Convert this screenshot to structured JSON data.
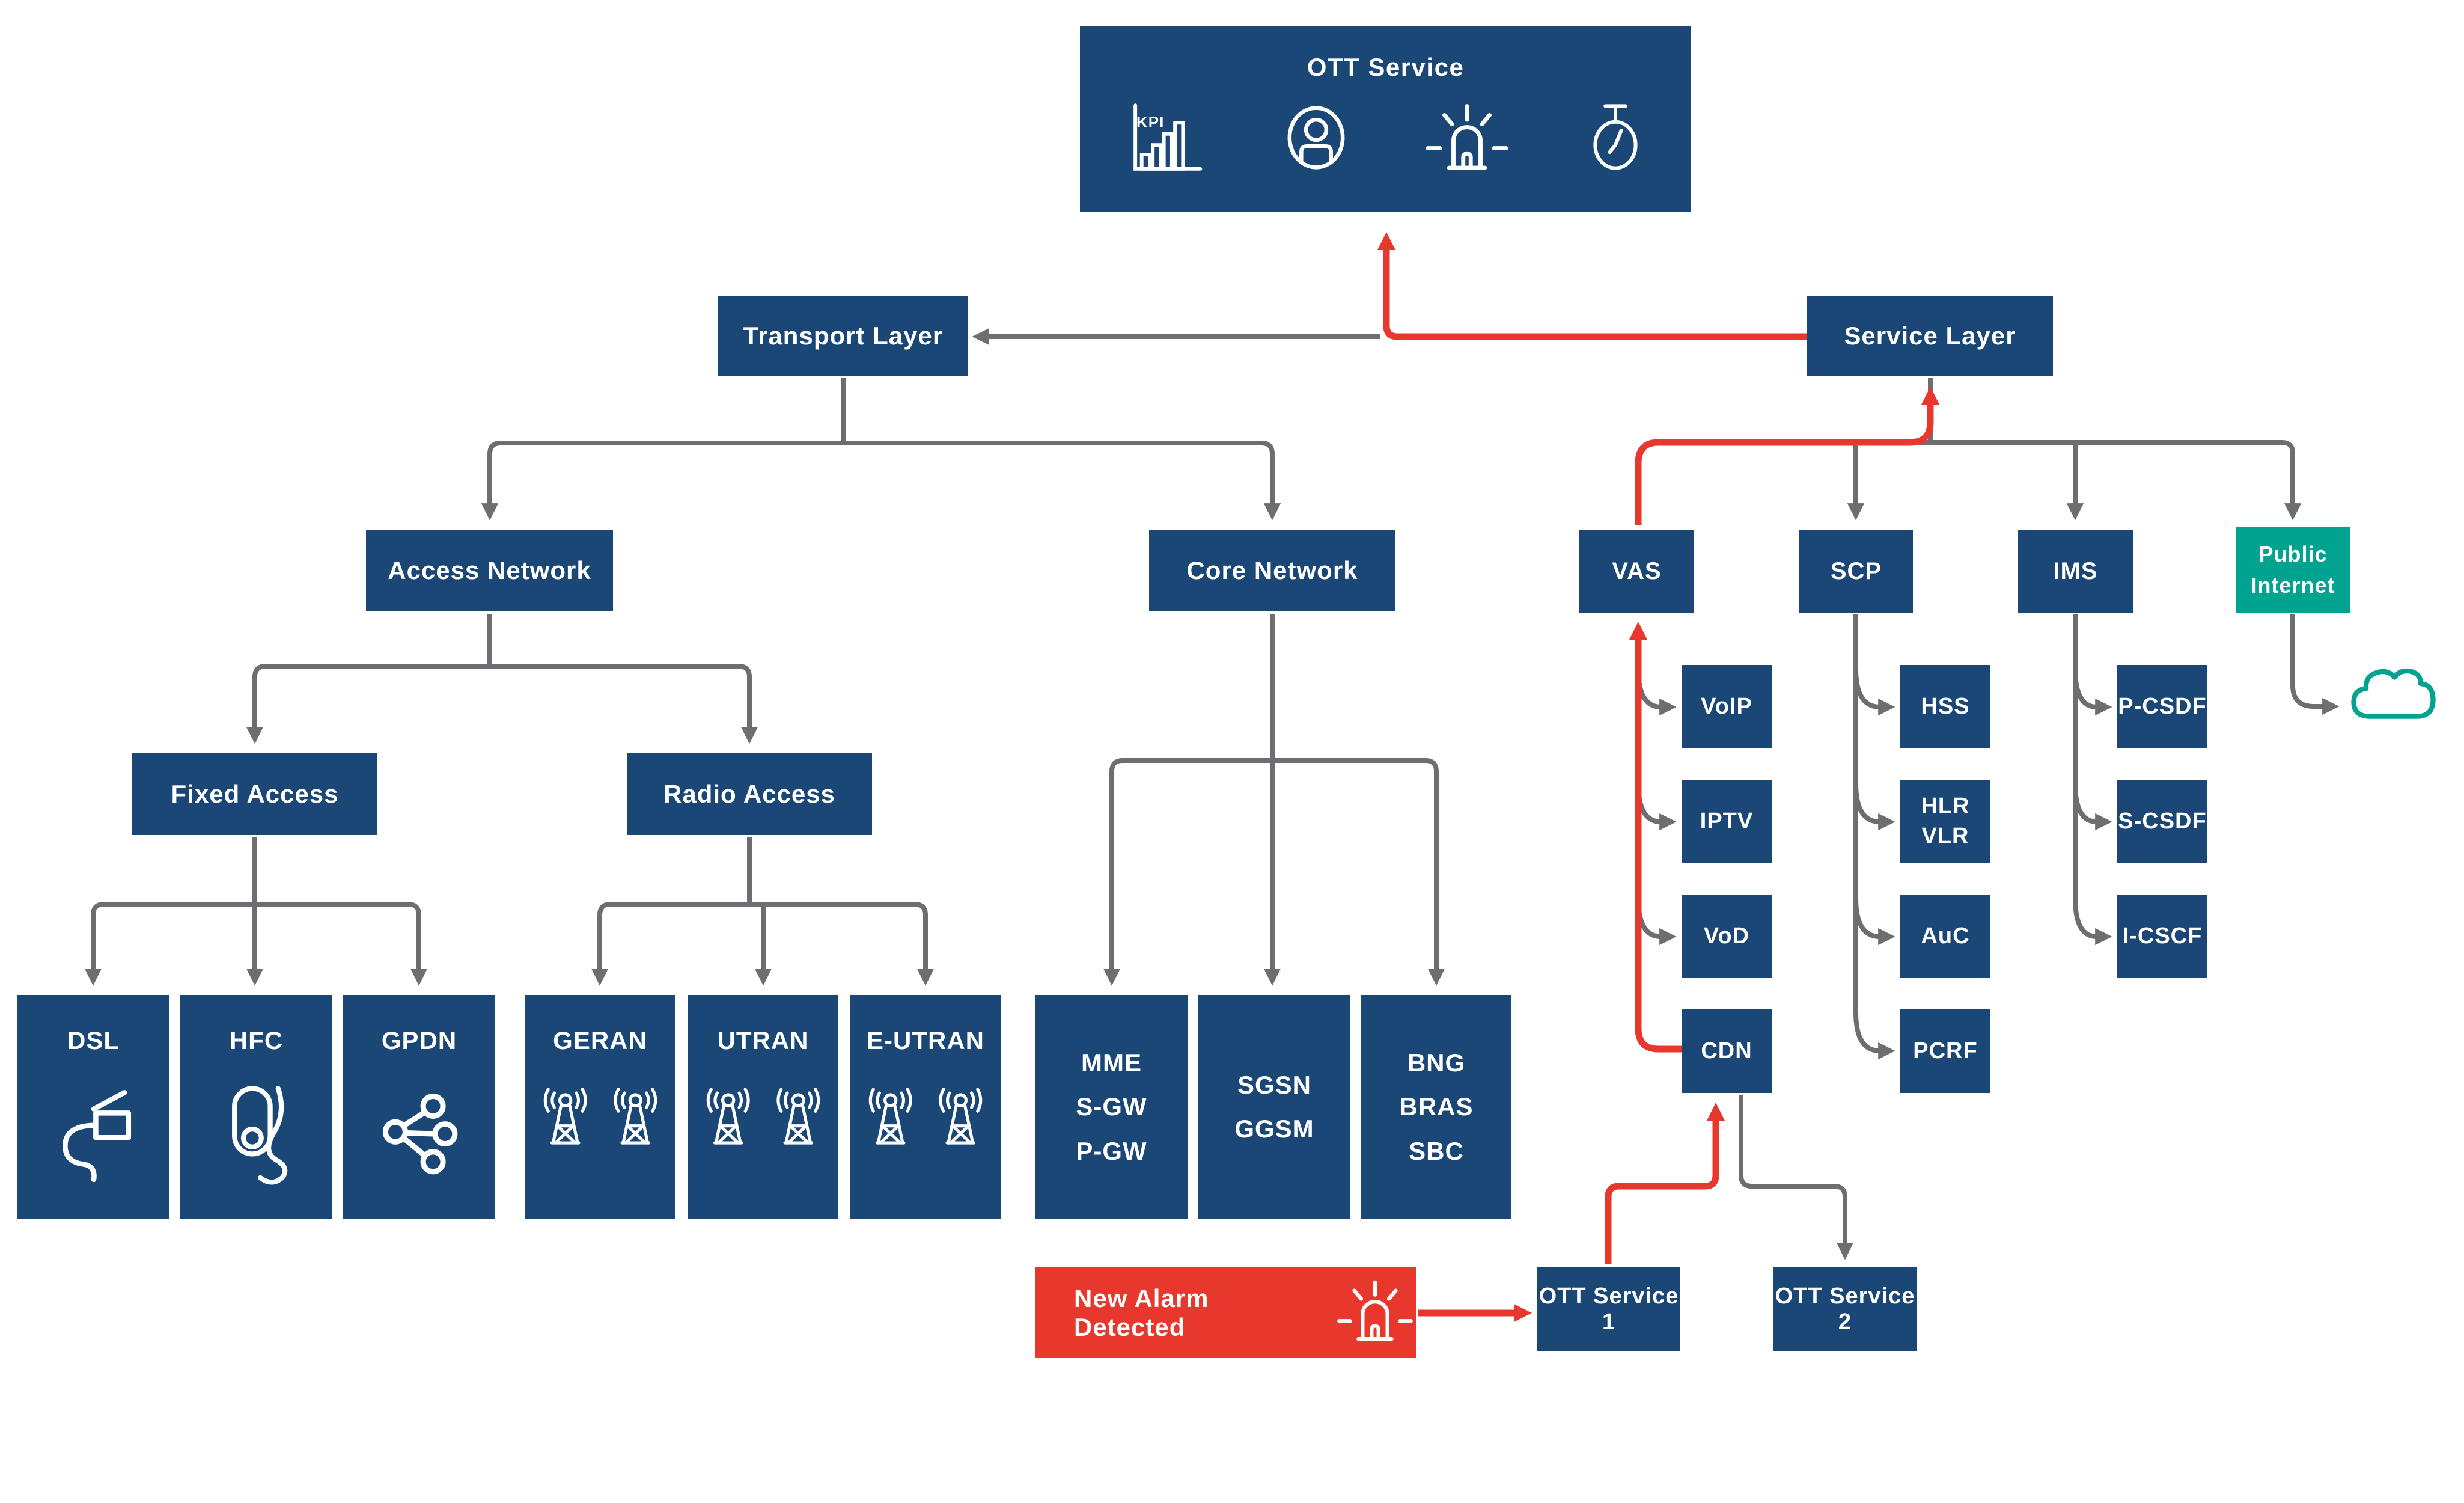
{
  "colors": {
    "node_navy": "#1b4777",
    "highlight_red": "#e8382d",
    "public_internet_teal": "#00a390",
    "connector_gray": "#6d6e71",
    "text_white": "#ffffff"
  },
  "ott_panel": {
    "title": "OTT Service",
    "kpi_label": "KPI",
    "icons": [
      "kpi-chart-icon",
      "user-icon",
      "siren-icon",
      "stopwatch-icon"
    ]
  },
  "nodes": {
    "transport": "Transport Layer",
    "service": "Service Layer",
    "access": "Access Network",
    "core": "Core Network",
    "fixed": "Fixed Access",
    "radio": "Radio Access",
    "dsl": "DSL",
    "hfc": "HFC",
    "gpdn": "GPDN",
    "geran": "GERAN",
    "utran": "UTRAN",
    "eutran": "E-UTRAN",
    "mme_lines": [
      "MME",
      "S-GW",
      "P-GW"
    ],
    "sgsn_lines": [
      "SGSN",
      "GGSM"
    ],
    "bng_lines": [
      "BNG",
      "BRAS",
      "SBC"
    ],
    "vas": "VAS",
    "scp": "SCP",
    "ims": "IMS",
    "public_internet_lines": [
      "Public",
      "Internet"
    ],
    "voip": "VoIP",
    "iptv": "IPTV",
    "vod": "VoD",
    "cdn": "CDN",
    "hss": "HSS",
    "hlr_vlr_lines": [
      "HLR",
      "VLR"
    ],
    "auc": "AuC",
    "pcrf": "PCRF",
    "pcsdf": "P-CSDF",
    "scsdf": "S-CSDF",
    "icscf": "I-CSCF",
    "ott1": "OTT Service 1",
    "ott2": "OTT Service 2"
  },
  "alarm_banner": {
    "label": "New Alarm Detected",
    "icon": "siren-icon"
  },
  "leaf_icons": {
    "dsl": "ethernet-plug-icon",
    "hfc": "cable-modem-icon",
    "gpdn": "network-share-icon",
    "geran": "radio-towers-icon",
    "utran": "radio-towers-icon",
    "eutran": "radio-towers-icon",
    "public_internet": "cloud-icon"
  }
}
